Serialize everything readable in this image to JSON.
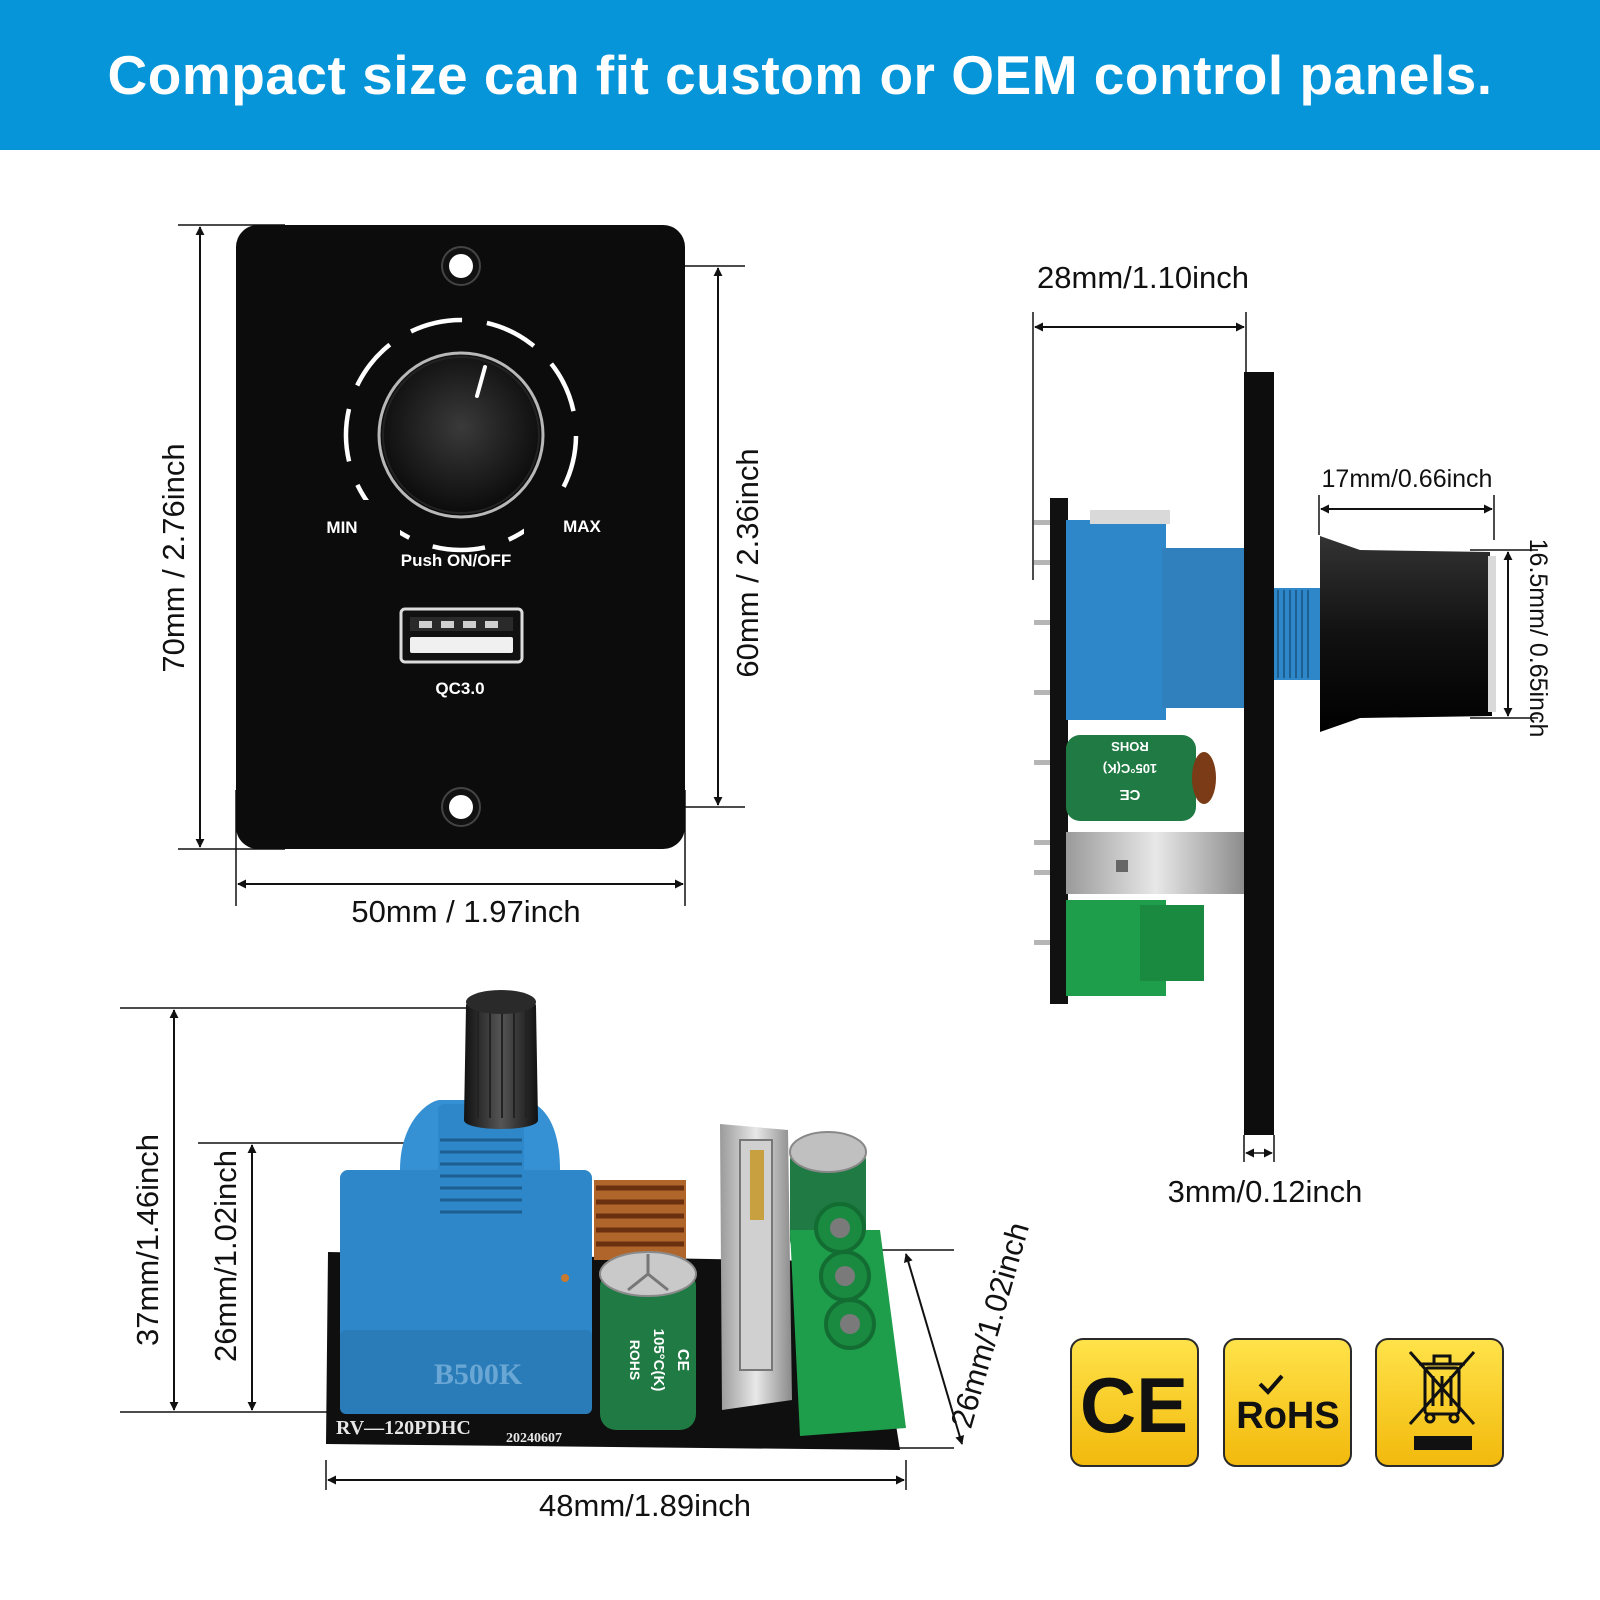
{
  "banner": {
    "headline": "Compact size can fit custom or OEM control panels.",
    "background_color": "#0595d8"
  },
  "front_view": {
    "height_label": "70mm / 2.76inch",
    "hole_spacing_label": "60mm / 2.36inch",
    "width_label": "50mm / 1.97inch",
    "panel_text": {
      "min": "MIN",
      "max": "MAX",
      "push": "Push ON/OFF",
      "usb": "QC3.0"
    }
  },
  "side_view": {
    "depth_label": "28mm/1.10inch",
    "knob_length_label": "17mm/0.66inch",
    "knob_diameter_label": "16.5mm/ 0.65inch",
    "plate_thickness_label": "3mm/0.12inch",
    "capacitor_text": [
      "CE",
      "105°C(K)",
      "ROHS"
    ]
  },
  "board_view": {
    "total_height_label": "37mm/1.46inch",
    "body_height_label": "26mm/1.02inch",
    "terminal_height_label": "26mm/1.02inch",
    "width_label": "48mm/1.89inch",
    "pot_marking": "B500K",
    "board_marking": "RV—120PDHC",
    "date_code": "20240607",
    "capacitor_text": [
      "CE",
      "105°C(K)",
      "ROHS"
    ]
  },
  "certifications": [
    {
      "name": "ce-mark",
      "text": "CE"
    },
    {
      "name": "rohs-mark",
      "text": "RoHS"
    },
    {
      "name": "weee-mark",
      "icon": "crossed-bin-icon"
    }
  ],
  "colors": {
    "pot_blue": "#2e87c8",
    "terminal_green": "#1e9e4a",
    "capacitor_green": "#1f7a43",
    "cert_yellow": "#f7cf16"
  }
}
